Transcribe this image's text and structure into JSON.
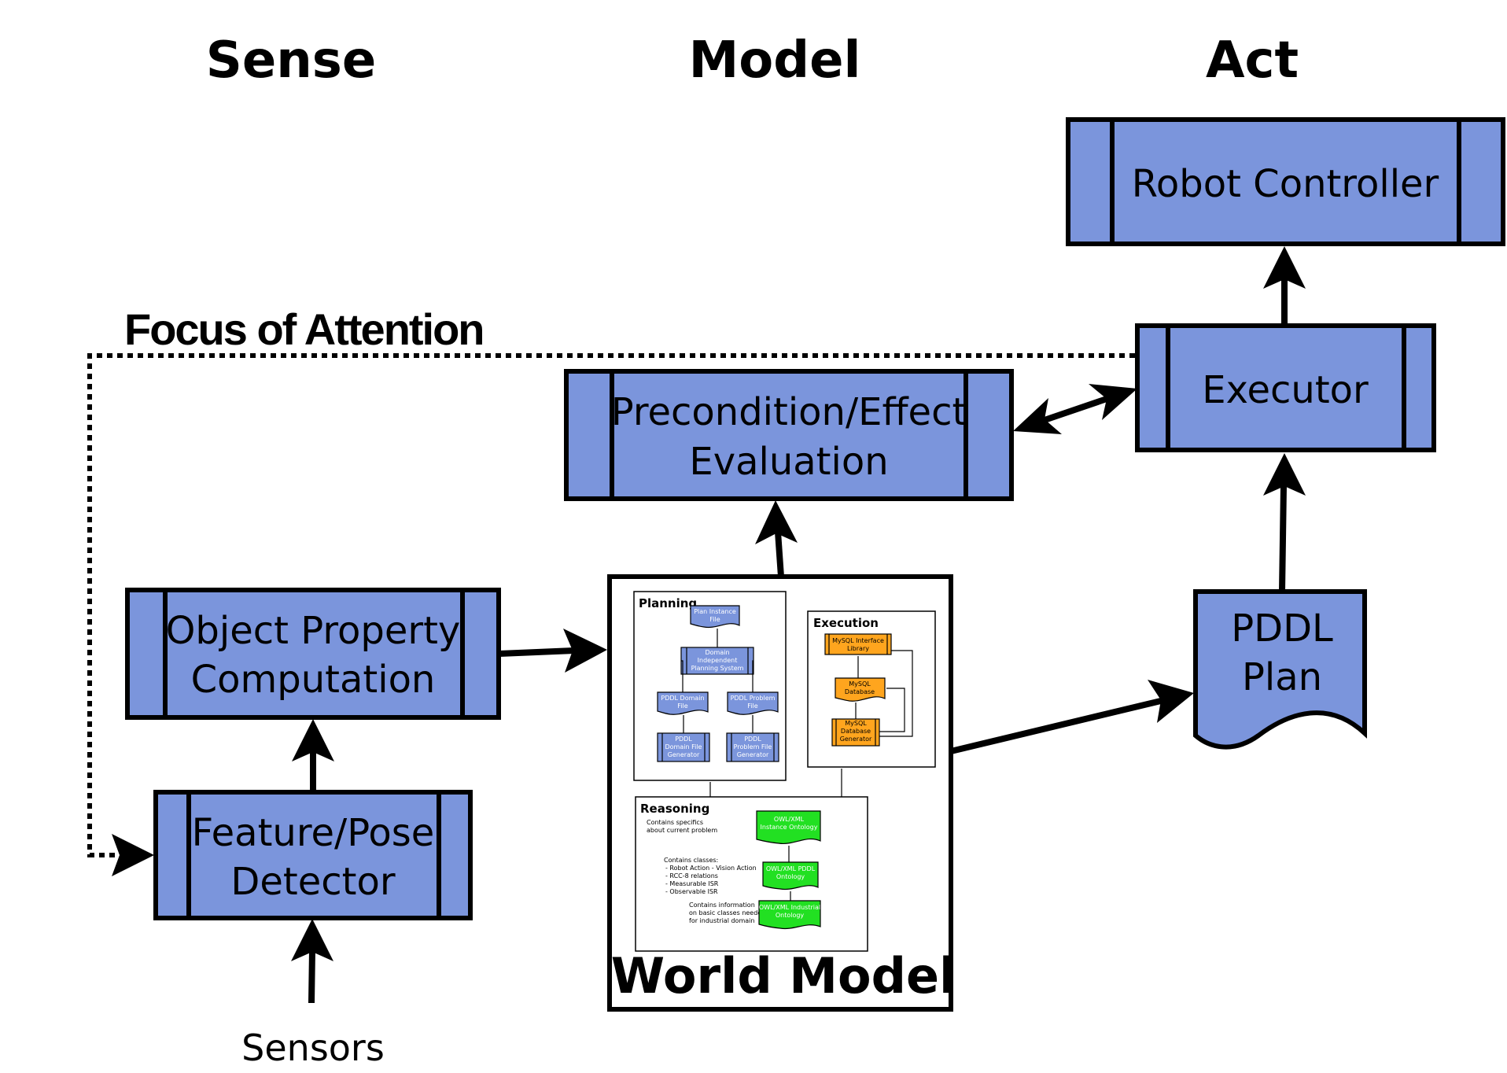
{
  "columns": {
    "sense": "Sense",
    "model": "Model",
    "act": "Act"
  },
  "focus_label": "Focus of Attention",
  "nodes": {
    "robot_controller": "Robot Controller",
    "executor": "Executor",
    "precondition": [
      "Precondition/Effect",
      "Evaluation"
    ],
    "object_property": [
      "Object Property",
      "Computation"
    ],
    "feature_pose": [
      "Feature/Pose",
      "Detector"
    ],
    "pddl_plan": [
      "PDDL",
      "Plan"
    ],
    "sensors": "Sensors",
    "world_model": "World Model"
  },
  "world_model": {
    "planning": {
      "title": "Planning",
      "plan_instance": [
        "Plan Instance",
        "File"
      ],
      "domain_independent": [
        "Domain",
        "Independent",
        "Planning System"
      ],
      "pddl_domain_file": [
        "PDDL Domain",
        "File"
      ],
      "pddl_problem_file": [
        "PDDL Problem",
        "File"
      ],
      "domain_generator": [
        "PDDL",
        "Domain File",
        "Generator"
      ],
      "problem_generator": [
        "PDDL",
        "Problem File",
        "Generator"
      ]
    },
    "execution": {
      "title": "Execution",
      "mysql_interface": [
        "MySQL Interface",
        "Library"
      ],
      "mysql_db": [
        "MySQL",
        "Database"
      ],
      "mysql_generator": [
        "MySQL",
        "Database",
        "Generator"
      ]
    },
    "reasoning": {
      "title": "Reasoning",
      "note1": [
        "Contains specifics",
        "about current problem"
      ],
      "note2": [
        "Contains classes:",
        "- Robot Action - Vision Action",
        "- RCC-8 relations",
        "- Measurable ISR",
        "- Observable ISR"
      ],
      "note3": [
        "Contains information",
        "on basic classes needed",
        "for industrial domain"
      ],
      "instance_ontology": [
        "OWL/XML",
        "Instance Ontology"
      ],
      "pddl_ontology": [
        "OWL/XML PDDL",
        "Ontology"
      ],
      "industrial_ontology": [
        "OWL/XML Industrial",
        "Ontology"
      ]
    }
  }
}
